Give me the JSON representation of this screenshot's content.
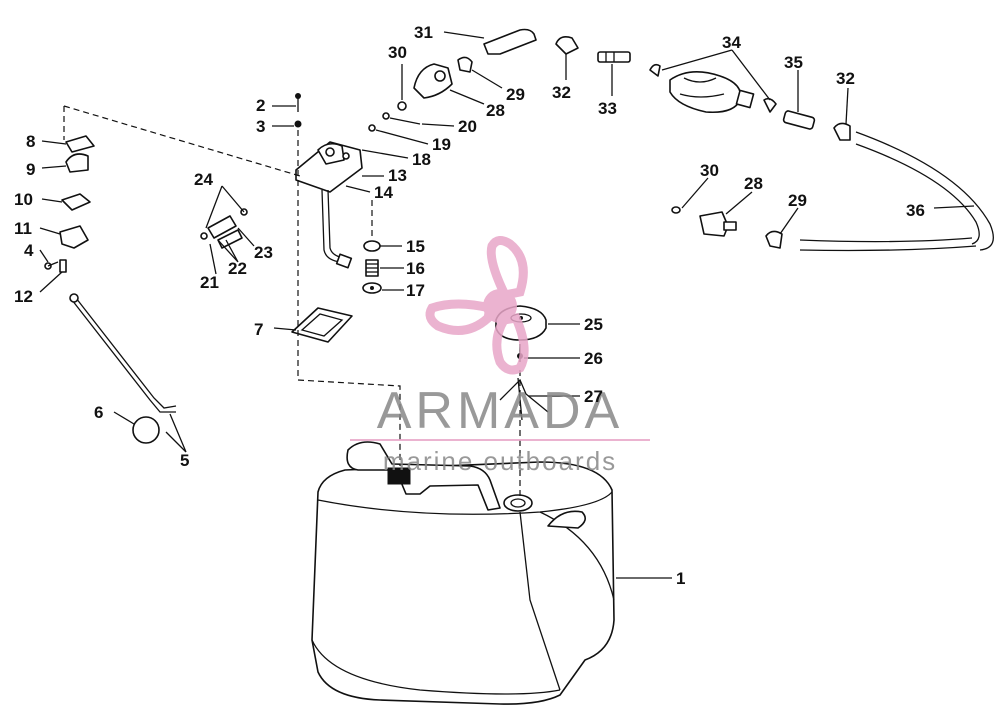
{
  "labels": [
    "1",
    "2",
    "3",
    "4",
    "5",
    "6",
    "7",
    "8",
    "9",
    "10",
    "11",
    "12",
    "13",
    "14",
    "15",
    "16",
    "17",
    "18",
    "19",
    "20",
    "21",
    "22",
    "23",
    "24",
    "25",
    "26",
    "27",
    "28",
    "29",
    "30",
    "31",
    "32",
    "33",
    "34",
    "35",
    "36"
  ],
  "watermark": {
    "brand": "ARMADA",
    "tagline": "marine outboards",
    "color": "#e8a6c8"
  }
}
